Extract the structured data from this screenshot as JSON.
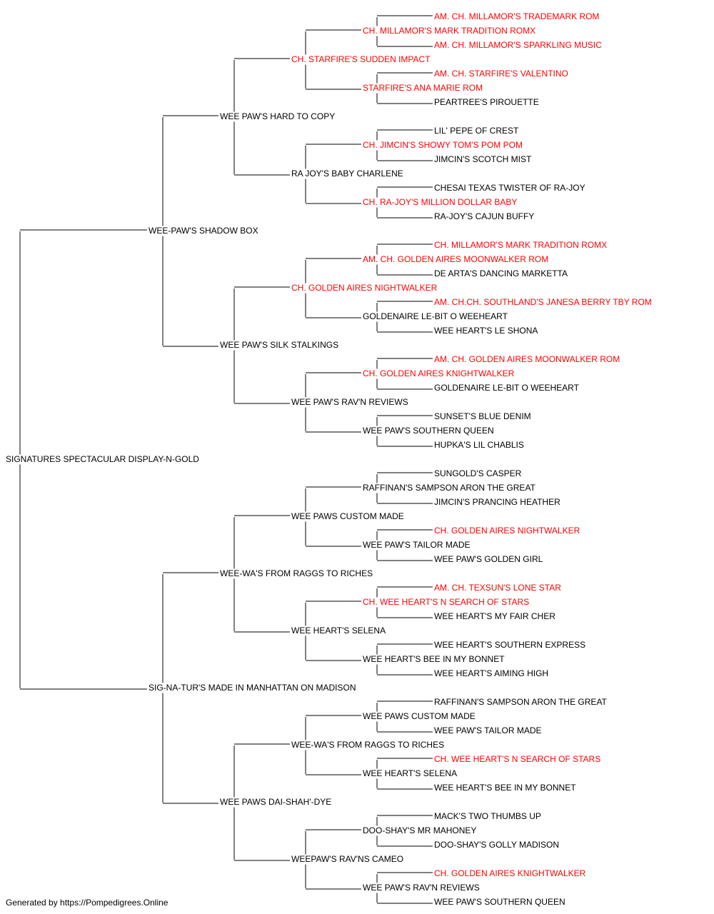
{
  "champion_color": "#ff0000",
  "text_color": "#000000",
  "line_color": "#000000",
  "subject": {
    "name": "SIGNATURES SPECTACULAR DISPLAY-N-GOLD",
    "champion": false
  },
  "generations": [
    [
      {
        "name": "WEE-PAW'S SHADOW BOX",
        "champion": false
      },
      {
        "name": "SIG-NA-TUR'S MADE IN MANHATTAN ON MADISON",
        "champion": false
      }
    ],
    [
      {
        "name": "WEE PAW'S HARD TO COPY",
        "champion": false
      },
      {
        "name": "WEE PAW'S SILK STALKINGS",
        "champion": false
      },
      {
        "name": "WEE-WA'S FROM RAGGS TO RICHES",
        "champion": false
      },
      {
        "name": "WEE PAWS DAI-SHAH'-DYE",
        "champion": false
      }
    ],
    [
      {
        "name": "CH. STARFIRE'S SUDDEN IMPACT",
        "champion": true
      },
      {
        "name": "RA JOY'S BABY CHARLENE",
        "champion": false
      },
      {
        "name": "CH. GOLDEN AIRES NIGHTWALKER",
        "champion": true
      },
      {
        "name": "WEE PAW'S RAV'N REVIEWS",
        "champion": false
      },
      {
        "name": "WEE PAWS CUSTOM MADE",
        "champion": false
      },
      {
        "name": "WEE HEART'S SELENA",
        "champion": false
      },
      {
        "name": "WEE-WA'S FROM RAGGS TO RICHES",
        "champion": false
      },
      {
        "name": "WEEPAW'S RAV'NS CAMEO",
        "champion": false
      }
    ],
    [
      {
        "name": "CH. MILLAMOR'S MARK TRADITION ROMX",
        "champion": true
      },
      {
        "name": "STARFIRE'S ANA MARIE ROM",
        "champion": true
      },
      {
        "name": "CH. JIMCIN'S SHOWY TOM'S POM POM",
        "champion": true
      },
      {
        "name": "CH. RA-JOY'S MILLION DOLLAR BABY",
        "champion": true
      },
      {
        "name": "AM. CH. GOLDEN AIRES MOONWALKER ROM",
        "champion": true
      },
      {
        "name": "GOLDENAIRE LE-BIT O WEEHEART",
        "champion": false
      },
      {
        "name": "CH. GOLDEN AIRES KNIGHTWALKER",
        "champion": true
      },
      {
        "name": "WEE PAW'S SOUTHERN QUEEN",
        "champion": false
      },
      {
        "name": "RAFFINAN'S SAMPSON ARON THE GREAT",
        "champion": false
      },
      {
        "name": "WEE PAW'S TAILOR MADE",
        "champion": false
      },
      {
        "name": "CH. WEE HEART'S N SEARCH OF STARS",
        "champion": true
      },
      {
        "name": "WEE HEART'S BEE IN MY BONNET",
        "champion": false
      },
      {
        "name": "WEE PAWS CUSTOM MADE",
        "champion": false
      },
      {
        "name": "WEE HEART'S SELENA",
        "champion": false
      },
      {
        "name": "DOO-SHAY'S MR MAHONEY",
        "champion": false
      },
      {
        "name": "WEE PAW'S RAV'N REVIEWS",
        "champion": false
      }
    ],
    [
      {
        "name": "AM. CH. MILLAMOR'S TRADEMARK ROM",
        "champion": true
      },
      {
        "name": "AM. CH. MILLAMOR'S SPARKLING MUSIC",
        "champion": true
      },
      {
        "name": "AM. CH. STARFIRE'S VALENTINO",
        "champion": true
      },
      {
        "name": "PEARTREE'S PIROUETTE",
        "champion": false
      },
      {
        "name": "LIL' PEPE OF CREST",
        "champion": false
      },
      {
        "name": "JIMCIN'S SCOTCH MIST",
        "champion": false
      },
      {
        "name": "CHESAI TEXAS TWISTER OF RA-JOY",
        "champion": false
      },
      {
        "name": "RA-JOY'S CAJUN BUFFY",
        "champion": false
      },
      {
        "name": "CH. MILLAMOR'S MARK TRADITION ROMX",
        "champion": true
      },
      {
        "name": "DE ARTA'S DANCING MARKETTA",
        "champion": false
      },
      {
        "name": "AM. CH.CH. SOUTHLAND'S JANESA BERRY TBY ROM",
        "champion": true
      },
      {
        "name": "WEE HEART'S LE SHONA",
        "champion": false
      },
      {
        "name": "AM. CH. GOLDEN AIRES MOONWALKER ROM",
        "champion": true
      },
      {
        "name": "GOLDENAIRE LE-BIT O WEEHEART",
        "champion": false
      },
      {
        "name": "SUNSET'S BLUE DENIM",
        "champion": false
      },
      {
        "name": "HUPKA'S LIL CHABLIS",
        "champion": false
      },
      {
        "name": "SUNGOLD'S CASPER",
        "champion": false
      },
      {
        "name": "JIMCIN'S PRANCING HEATHER",
        "champion": false
      },
      {
        "name": "CH. GOLDEN AIRES NIGHTWALKER",
        "champion": true
      },
      {
        "name": "WEE PAW'S GOLDEN GIRL",
        "champion": false
      },
      {
        "name": "AM. CH. TEXSUN'S LONE STAR",
        "champion": true
      },
      {
        "name": "WEE HEART'S MY FAIR CHER",
        "champion": false
      },
      {
        "name": "WEE HEART'S SOUTHERN EXPRESS",
        "champion": false
      },
      {
        "name": "WEE HEART'S AIMING HIGH",
        "champion": false
      },
      {
        "name": "RAFFINAN'S SAMPSON ARON THE GREAT",
        "champion": false
      },
      {
        "name": "WEE PAW'S TAILOR MADE",
        "champion": false
      },
      {
        "name": "CH. WEE HEART'S N SEARCH OF STARS",
        "champion": true
      },
      {
        "name": "WEE HEART'S BEE IN MY BONNET",
        "champion": false
      },
      {
        "name": "MACK'S TWO THUMBS UP",
        "champion": false
      },
      {
        "name": "DOO-SHAY'S GOLLY MADISON",
        "champion": false
      },
      {
        "name": "CH. GOLDEN AIRES KNIGHTWALKER",
        "champion": true
      },
      {
        "name": "WEE PAW'S SOUTHERN QUEEN",
        "champion": false
      }
    ]
  ],
  "footer": "Generated by https://Pompedigrees.Online"
}
